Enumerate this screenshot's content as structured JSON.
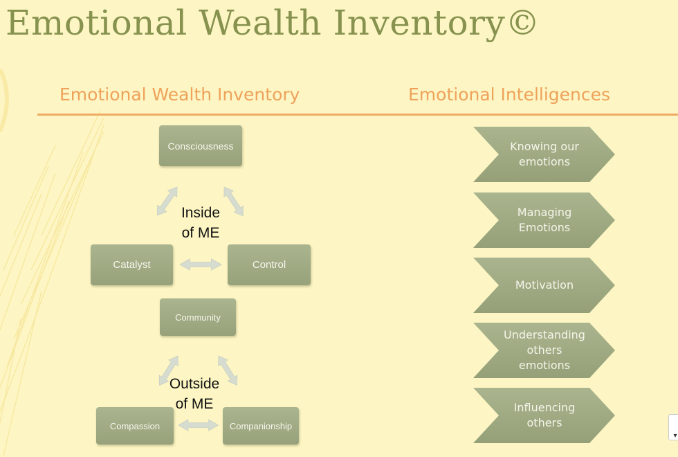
{
  "title": "Emotional Wealth Inventory©",
  "headings": {
    "left": "Emotional Wealth Inventory",
    "right": "Emotional Intelligences"
  },
  "inventory": {
    "inside": {
      "label": [
        "Inside",
        "of ME"
      ],
      "top": "Consciousness",
      "left": "Catalyst",
      "right": "Control"
    },
    "outside": {
      "label": [
        "Outside",
        "of ME"
      ],
      "top": "Community",
      "left": "Compassion",
      "right": "Companionship"
    }
  },
  "intelligences": [
    {
      "lines": [
        "Knowing our",
        "emotions"
      ]
    },
    {
      "lines": [
        "Managing",
        "Emotions"
      ]
    },
    {
      "lines": [
        "Motivation"
      ]
    },
    {
      "lines": [
        "Understanding",
        "others",
        "emotions"
      ]
    },
    {
      "lines": [
        "Influencing",
        "others"
      ]
    }
  ],
  "colors": {
    "background": "#fdf6c4",
    "title": "#87924f",
    "heading": "#eea25a",
    "box": "#a3ad86",
    "arrow": "#d7dcd0"
  },
  "icons": {
    "scroll": "scroll-down-icon",
    "decor": "feather-icon"
  }
}
